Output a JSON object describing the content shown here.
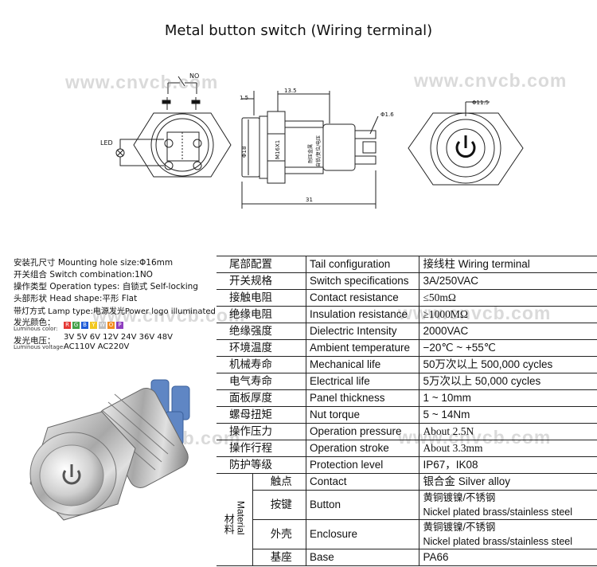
{
  "title": "Metal button switch (Wiring terminal)",
  "watermark": "www.cnvcb.com",
  "drawing": {
    "label_no": "NO",
    "label_led": "LED",
    "dim_15": "1.5",
    "dim_135": "13.5",
    "dim_phi18": "Φ18",
    "dim_thread": "M16X1",
    "dim_31": "31",
    "dim_phi16": "Φ1.6",
    "dim_phi115": "Φ11.5",
    "body_text_1": "耐压金属",
    "body_text_2": "自锁/复位/电压"
  },
  "specs": {
    "mounting": "安装孔尺寸 Mounting hole size:Φ16mm",
    "combination": "开关组合 Switch combination:1NO",
    "operation": "操作类型 Operation types: 自锁式 Self-locking",
    "head": "头部形状 Head shape:平形 Flat",
    "lamp": "带灯方式 Lamp type:电源发光Power logo illuminated",
    "color_cn": "发光颜色：",
    "color_en": "Luminous color:",
    "colors": [
      {
        "letter": "R",
        "color": "#e53935"
      },
      {
        "letter": "G",
        "color": "#43a047"
      },
      {
        "letter": "B",
        "color": "#1e5bd8"
      },
      {
        "letter": "Y",
        "color": "#f2c81f"
      },
      {
        "letter": "W",
        "color": "#bdbdbd"
      },
      {
        "letter": "O",
        "color": "#f28c1f"
      },
      {
        "letter": "P",
        "color": "#8e3fbf"
      }
    ],
    "voltage_cn": "发光电压：",
    "voltage_en": "Luminous voltage:",
    "voltage_line1": "3V 5V 6V 12V 24V 36V 48V",
    "voltage_line2": "AC110V AC220V"
  },
  "params": [
    {
      "cn": "尾部配置",
      "en": "Tail configuration",
      "value": "接线柱 Wiring terminal"
    },
    {
      "cn": "开关规格",
      "en": "Switch specifications",
      "value": "3A/250VAC"
    },
    {
      "cn": "接触电阻",
      "en": "Contact resistance",
      "value": "≤50mΩ"
    },
    {
      "cn": "绝缘电阻",
      "en": "Insulation resistance",
      "value": "≥1000MΩ"
    },
    {
      "cn": "绝缘强度",
      "en": "Dielectric Intensity",
      "value": "2000VAC"
    },
    {
      "cn": "环境温度",
      "en": "Ambient temperature",
      "value": "−20℃ ~ +55℃"
    },
    {
      "cn": "机械寿命",
      "en": "Mechanical life",
      "value": "50万次以上 500,000 cycles"
    },
    {
      "cn": "电气寿命",
      "en": "Electrical life",
      "value": "5万次以上 50,000  cycles"
    },
    {
      "cn": "面板厚度",
      "en": "Panel thickness",
      "value": "1 ~ 10mm"
    },
    {
      "cn": "螺母扭矩",
      "en": "Nut torque",
      "value": "5 ~ 14Nm"
    },
    {
      "cn": "操作压力",
      "en": "Operation pressure",
      "value": "About 2.5N"
    },
    {
      "cn": "操作行程",
      "en": "Operation stroke",
      "value": "About 3.3mm"
    },
    {
      "cn": "防护等级",
      "en": "Protection level",
      "value": "IP67，IK08"
    }
  ],
  "material": {
    "label_cn": "材料",
    "label_en": "Material",
    "rows": [
      {
        "cn": "触点",
        "en": "Contact",
        "value1": "银合金 Silver alloy",
        "value2": ""
      },
      {
        "cn": "按键",
        "en": "Button",
        "value1": "黄铜镀镍/不锈钢",
        "value2": "Nickel plated brass/stainless steel"
      },
      {
        "cn": "外壳",
        "en": "Enclosure",
        "value1": "黄铜镀镍/不锈钢",
        "value2": "Nickel plated brass/stainless steel"
      },
      {
        "cn": "基座",
        "en": "Base",
        "value1": "PA66",
        "value2": ""
      }
    ]
  }
}
